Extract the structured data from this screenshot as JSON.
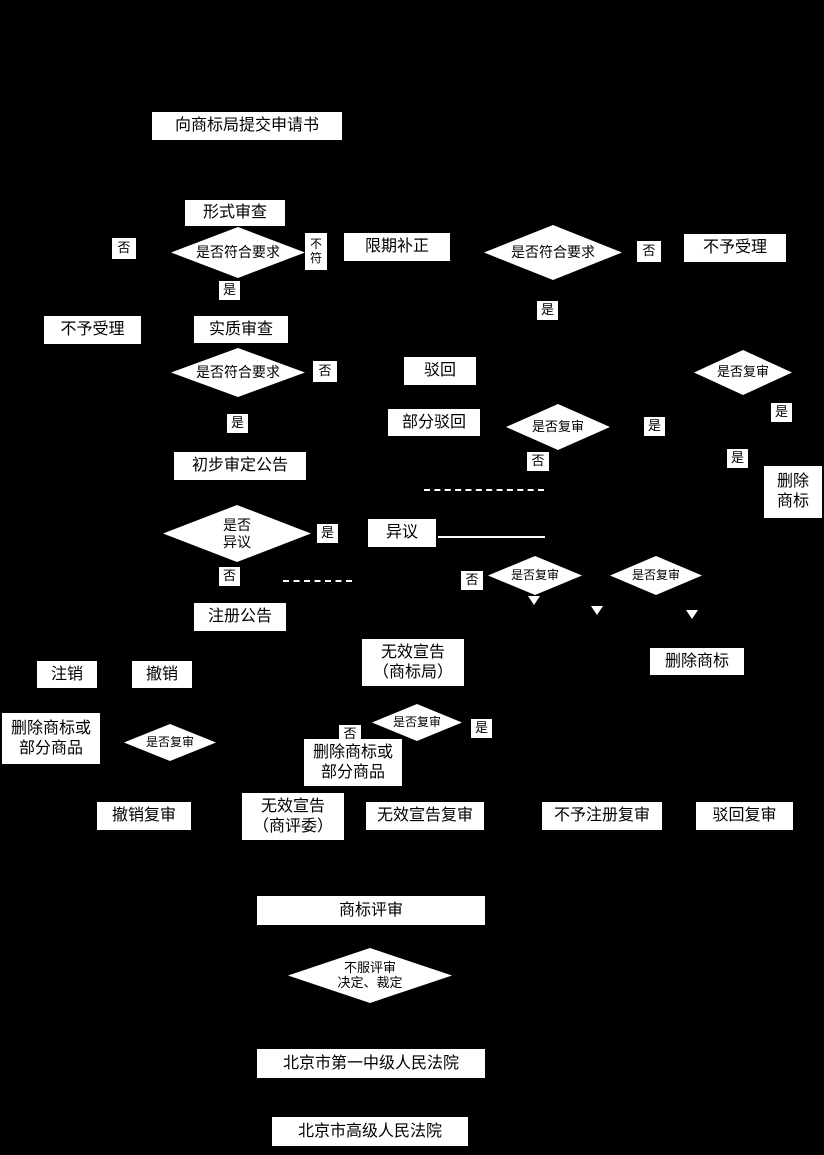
{
  "background": "#000000",
  "node_bg": "#ffffff",
  "text_color": "#000000",
  "labels": {
    "yes": "是",
    "no": "否",
    "not_meet": "不\n符"
  },
  "diamonds": {
    "meets_requirements": "是否符合要求",
    "review": "是否复审",
    "opposition": "是否\n异议",
    "dissatisfied": "不服评审\n决定、裁定"
  },
  "nodes": {
    "submit_application": "向商标局提交申请书",
    "formal_exam": "形式审查",
    "correction": "限期补正",
    "not_accepted": "不予受理",
    "substantive_exam": "实质审查",
    "rejection": "驳回",
    "partial_rejection": "部分驳回",
    "preliminary_announcement": "初步审定公告",
    "delete_trademark_2line": "删除\n商标",
    "opposition": "异议",
    "registration_announcement": "注册公告",
    "invalidation_office": "无效宣告\n（商标局）",
    "delete_trademark": "删除商标",
    "cancellation": "注销",
    "revocation": "撤销",
    "delete_tm_or_goods": "删除商标或\n部分商品",
    "revocation_review": "撤销复审",
    "invalidation_trab": "无效宣告\n（商评委）",
    "invalidation_review": "无效宣告复审",
    "non_registration_review": "不予注册复审",
    "rejection_review": "驳回复审",
    "trademark_review": "商标评审",
    "court_first_intermediate": "北京市第一中级人民法院",
    "court_high": "北京市高级人民法院"
  }
}
